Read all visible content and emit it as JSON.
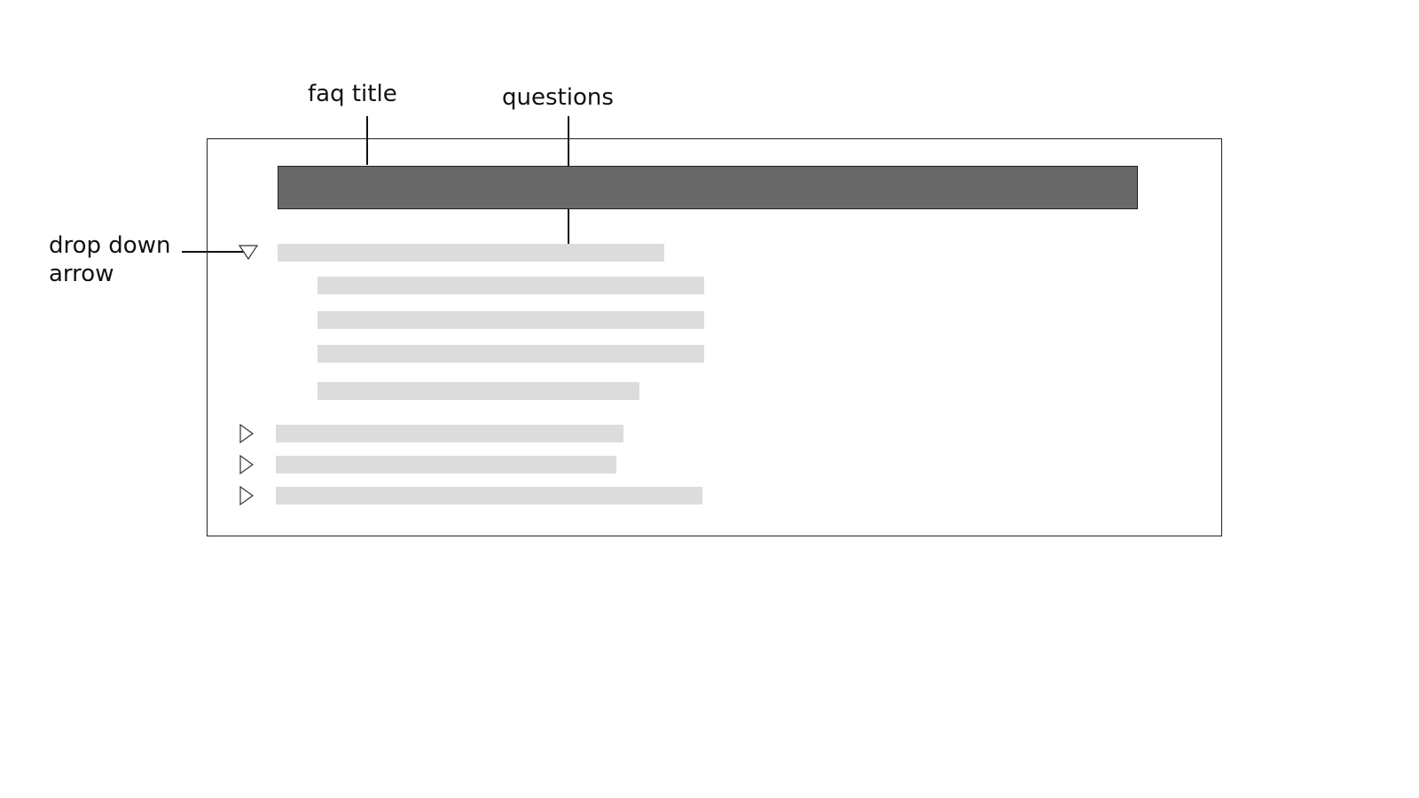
{
  "annotations": {
    "faq_title": "faq title",
    "questions": "questions",
    "drop_down_arrow": "drop down arrow"
  },
  "colors": {
    "title_bar": "#686868",
    "placeholder": "#dcdcdc",
    "frame_border": "#222222",
    "annotation_text": "#111111"
  },
  "faq": {
    "expanded_question": {
      "icon": "triangle-down-icon",
      "answer_line_count": 4
    },
    "collapsed_questions": [
      {
        "icon": "triangle-right-icon"
      },
      {
        "icon": "triangle-right-icon"
      },
      {
        "icon": "triangle-right-icon"
      }
    ]
  }
}
